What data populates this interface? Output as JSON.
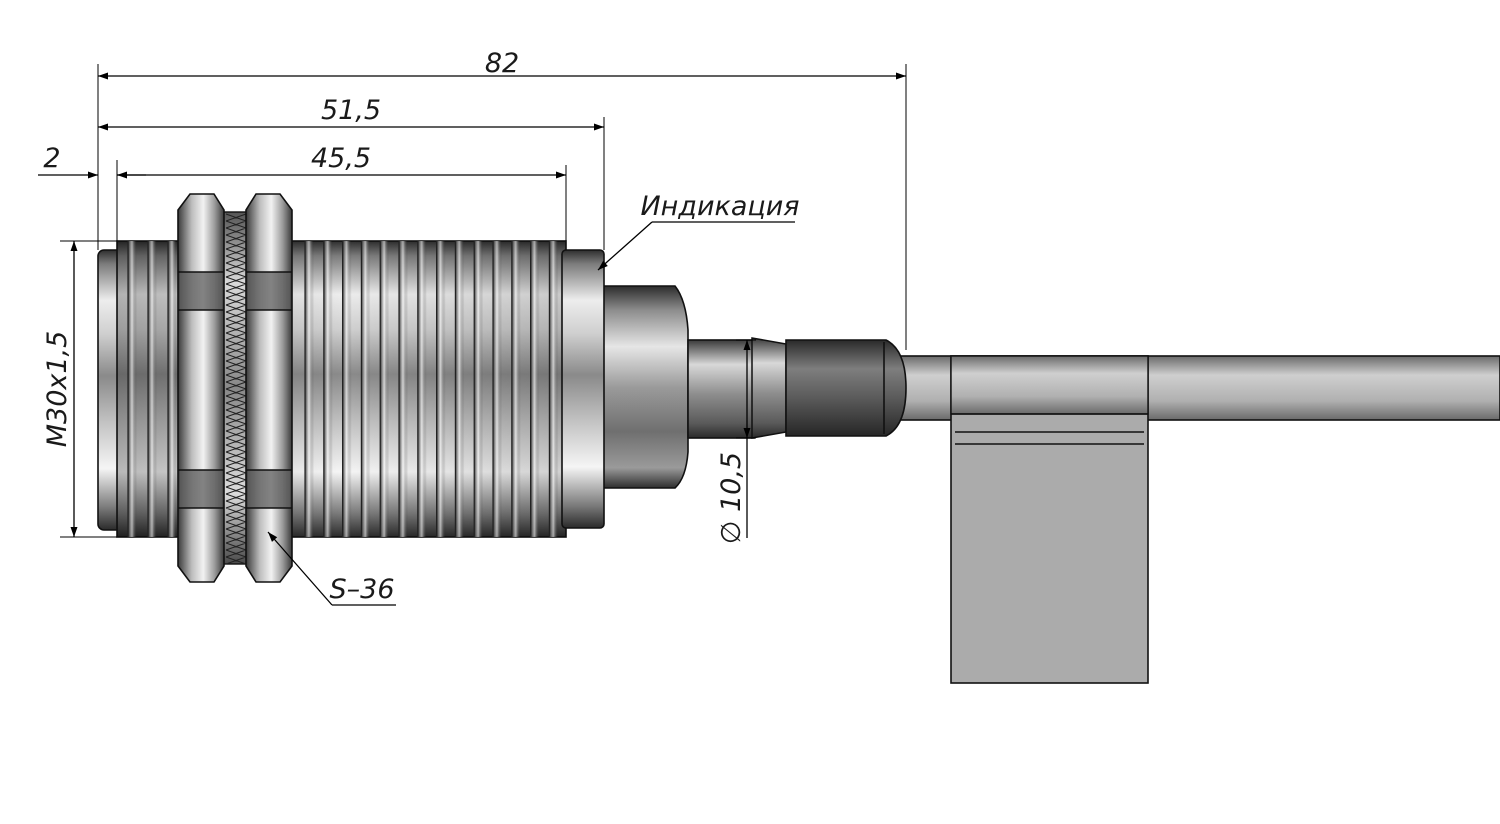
{
  "drawing": {
    "dimensions": {
      "overall_length": "82",
      "body_length": "51,5",
      "thread_length": "45,5",
      "front_offset": "2",
      "thread": "M30x1,5",
      "cable_diameter": "∅ 10,5"
    },
    "callouts": {
      "indication": "Индикация",
      "wrench_size": "S–36"
    },
    "components": {
      "sensor_body": "threaded-housing",
      "nuts": "hex-nuts",
      "lock_washer": "toothed-washer",
      "cable": "cable",
      "clamp": "cable-clamp"
    },
    "colors": {
      "background": "#ffffff",
      "metal_light": "#f4f4f4",
      "metal_mid": "#9a9a9a",
      "metal_dark": "#3c3c3c",
      "cable": "#b9b9b9",
      "clamp": "#ababab",
      "line": "#000000"
    }
  }
}
